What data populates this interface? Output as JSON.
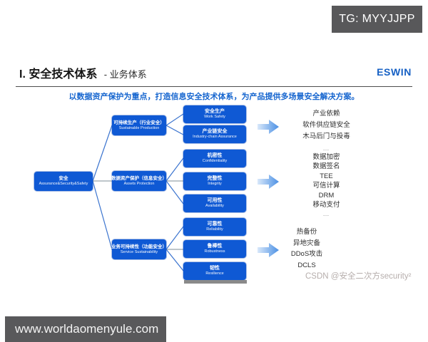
{
  "overlay": {
    "tg_badge": "TG: MYYJJPP",
    "site_badge": "www.worldaomenyule.com",
    "csdn_watermark": "CSDN @安全二次方security²"
  },
  "header": {
    "title_main": "I. 安全技术体系",
    "title_sub": "- 业务体系",
    "logo": "ESWIN",
    "slogan": "以数据资产保护为重点，打造信息安全技术体系，为产品提供多场景安全解决方案。"
  },
  "colors": {
    "node_blue": "#0f59d4",
    "slogan_blue": "#1565cf",
    "logo_blue": "#1660c4",
    "badge_gray": "#58585a",
    "connector_blue": "#3b74cf",
    "connector_gray": "#97a3ac",
    "arrow_light": "#d9e8fa",
    "arrow_dark": "#4b90e4"
  },
  "tree": {
    "root": {
      "zh": "安全",
      "en": "Assurance&Security&Safety"
    },
    "level2": [
      {
        "zh": "可持续生产（行业安全）",
        "en": "Sustainable Production"
      },
      {
        "zh": "数据资产保护（信息安全）",
        "en": "Assets Protection"
      },
      {
        "zh": "业务可持续性（功能安全）",
        "en": "Service Sustainability"
      }
    ],
    "level3": [
      {
        "zh": "安全生产",
        "en": "Work Safety"
      },
      {
        "zh": "产业链安全",
        "en": "Industry-chain Assurance"
      },
      {
        "zh": "机密性",
        "en": "Confidentiality"
      },
      {
        "zh": "完整性",
        "en": "Integrity"
      },
      {
        "zh": "可用性",
        "en": "Availability"
      },
      {
        "zh": "可靠性",
        "en": "Reliability"
      },
      {
        "zh": "鲁棒性",
        "en": "Robustness"
      },
      {
        "zh": "韧性",
        "en": "Resilience"
      }
    ]
  },
  "right_groups": [
    {
      "items": [
        "产业依赖",
        "软件供应链安全",
        "木马后门与投毒"
      ],
      "more": "…"
    },
    {
      "items": [
        "数据加密",
        "数据签名",
        "TEE",
        "可信计算",
        "DRM",
        "移动支付"
      ],
      "more": "…"
    },
    {
      "items": [
        "热备份",
        "异地灾备",
        "DDoS攻击",
        "DCLS"
      ],
      "more": ""
    }
  ]
}
